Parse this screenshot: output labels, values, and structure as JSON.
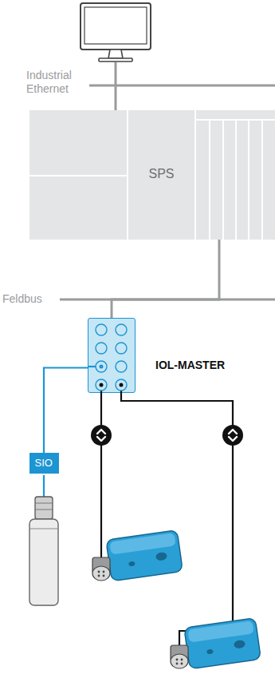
{
  "diagram": {
    "nodes": [
      {
        "text": [
          "SPS"
        ]
      },
      {
        "text": [
          "IOL-MASTER"
        ]
      },
      {
        "text": [
          "SIO"
        ]
      }
    ],
    "edges": [
      {
        "from": 0,
        "to": 1,
        "arrow": "none"
      },
      {
        "from": 1,
        "to": 2,
        "arrow": "none"
      }
    ],
    "labels": [
      "Industrial Ethernet",
      "Feldbus"
    ]
  }
}
